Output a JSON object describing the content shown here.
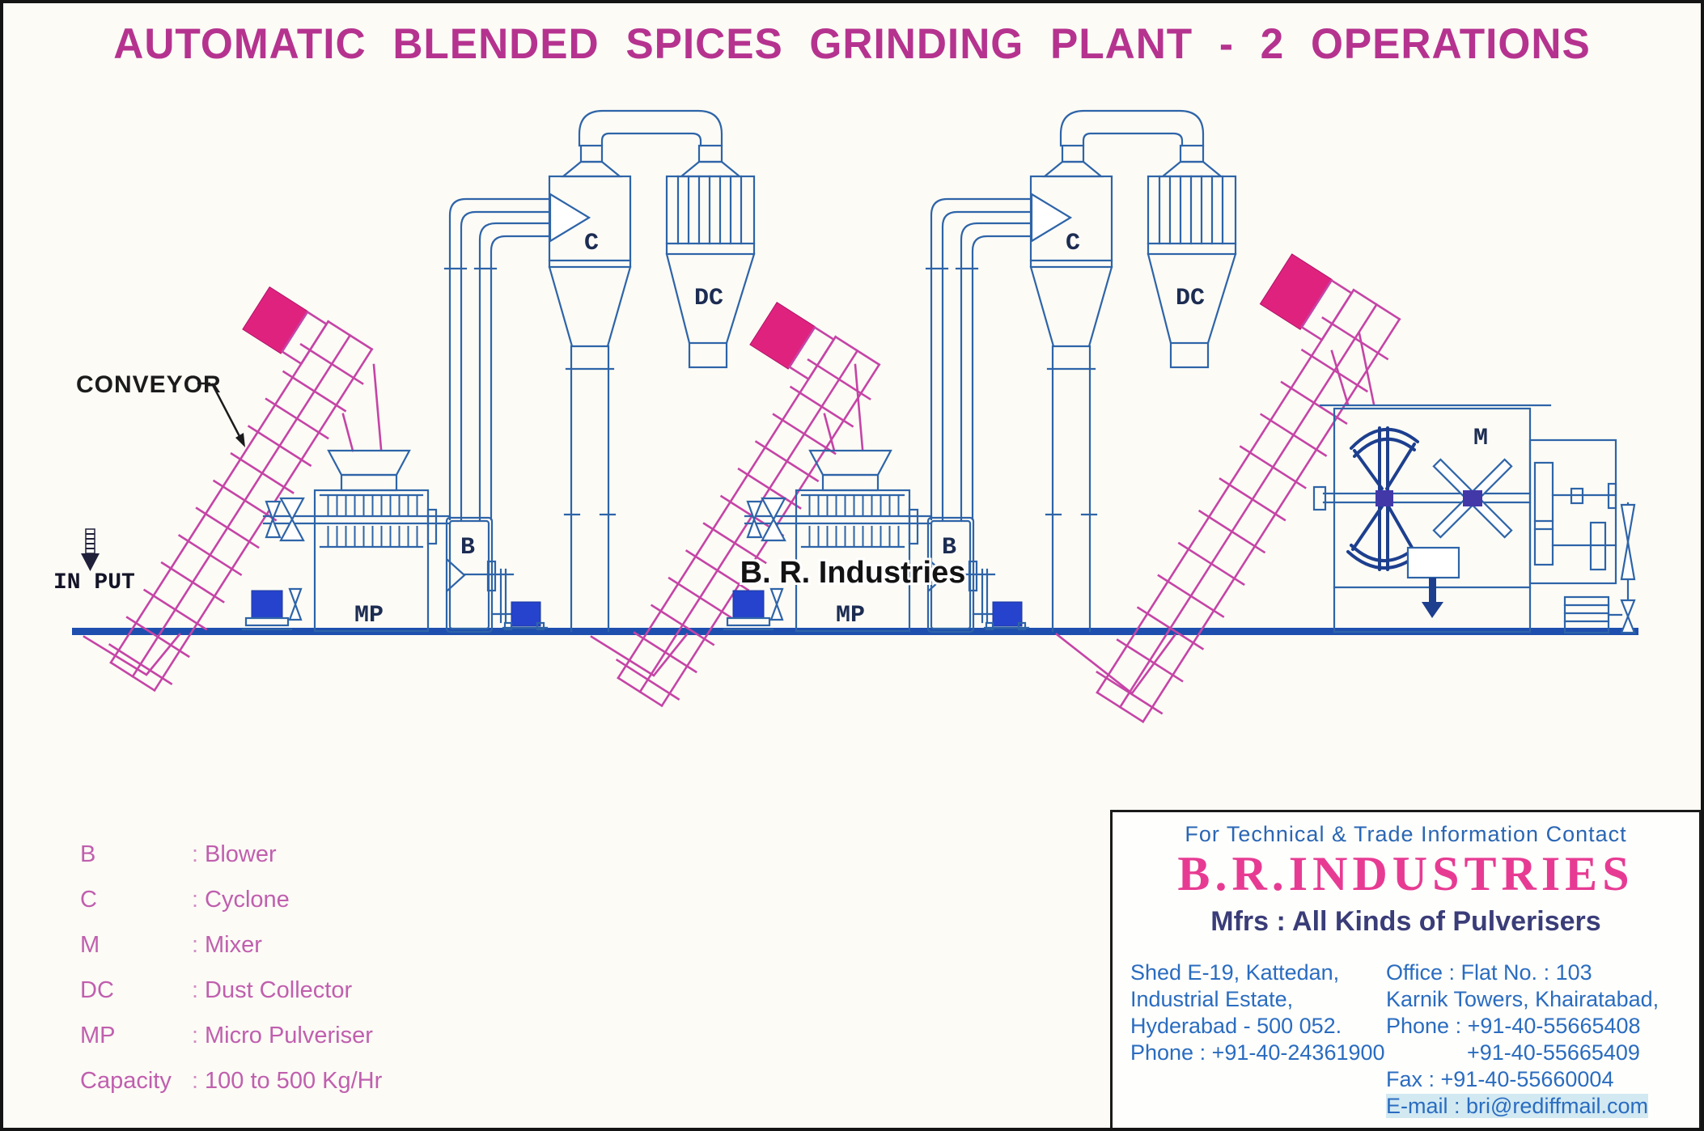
{
  "title": "AUTOMATIC BLENDED SPICES GRINDING PLANT - 2 OPERATIONS",
  "diagram": {
    "conveyor_label": "CONVEYOR",
    "input_label": "IN PUT",
    "watermark": "B. R. Industries",
    "machine_labels": {
      "blower": "B",
      "cyclone": "C",
      "dust_collector": "DC",
      "micro_pulveriser": "MP",
      "mixer": "M"
    },
    "colors": {
      "machine_blue": "#2e64a8",
      "ground_blue": "#1e4fae",
      "conveyor_magenta": "#c544a6",
      "motor_blue": "#2543cc",
      "motor_pink": "#e0227f",
      "title_magenta": "#b5338f",
      "legend_pink": "#c05fae"
    }
  },
  "legend": {
    "separator": ":",
    "rows": [
      {
        "key": "B",
        "value": "Blower"
      },
      {
        "key": "C",
        "value": "Cyclone"
      },
      {
        "key": "M",
        "value": "Mixer"
      },
      {
        "key": "DC",
        "value": "Dust Collector"
      },
      {
        "key": "MP",
        "value": "Micro Pulveriser"
      },
      {
        "key": "Capacity",
        "value": "100 to 500 Kg/Hr"
      }
    ]
  },
  "contact": {
    "header": "For Technical & Trade Information Contact",
    "company": "B.R.INDUSTRIES",
    "tagline": "Mfrs : All Kinds of Pulverisers",
    "address_left": [
      "Shed E-19, Kattedan,",
      "Industrial Estate,",
      "Hyderabad - 500 052.",
      "Phone : +91-40-24361900"
    ],
    "address_right": [
      "Office : Flat No. : 103",
      "Karnik Towers, Khairatabad,",
      "Phone : +91-40-55665408",
      "+91-40-55665409",
      "Fax : +91-40-55660004",
      "E-mail : bri@rediffmail.com"
    ]
  }
}
